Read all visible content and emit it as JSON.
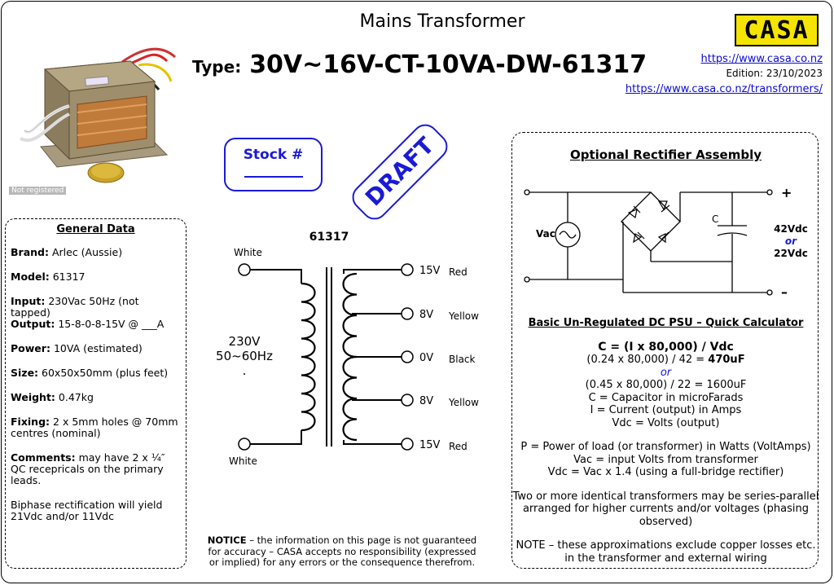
{
  "header": {
    "title": "Mains Transformer",
    "type_label": "Type:",
    "type_value": "30V~16V-CT-10VA-DW-61317",
    "logo_text": "CASA",
    "link_home": "https://www.casa.co.nz",
    "edition": "Edition: 23/10/2023",
    "link_transformers": "https://www.casa.co.nz/transformers/"
  },
  "photo": {
    "badge": "Not registered"
  },
  "stock": {
    "label": "Stock #"
  },
  "draft": {
    "label": "DRAFT"
  },
  "general": {
    "title": "General Data",
    "brand_label": "Brand:",
    "brand": "Arlec (Aussie)",
    "model_label": "Model:",
    "model": "61317",
    "input_label": "Input:",
    "input": "230Vac 50Hz (not tapped)",
    "output_label": "Output:",
    "output": "15-8-0-8-15V @ ___A",
    "power_label": "Power:",
    "power": "10VA (estimated)",
    "size_label": "Size:",
    "size": "60x50x50mm (plus feet)",
    "weight_label": "Weight:",
    "weight": "0.47kg",
    "fixing_label": "Fixing:",
    "fixing": "2 x 5mm holes @ 70mm centres (nominal)",
    "comments_label": "Comments:",
    "comments": "may have 2 x ¼″ QC recepricals on the primary leads.",
    "biphase": "Biphase rectification will yield 21Vdc and/or 11Vdc"
  },
  "diagram": {
    "model": "61317",
    "primary_top": "White",
    "primary_bottom": "White",
    "primary_voltage": "230V",
    "primary_freq": "50~60Hz",
    "primary_dot": ".",
    "taps": [
      {
        "voltage": "15V",
        "color": "Red"
      },
      {
        "voltage": "8V",
        "color": "Yellow"
      },
      {
        "voltage": "0V",
        "color": "Black"
      },
      {
        "voltage": "8V",
        "color": "Yellow"
      },
      {
        "voltage": "15V",
        "color": "Red"
      }
    ]
  },
  "notice": {
    "label": "NOTICE",
    "text": " – the information on this page is not guaranteed for accuracy – CASA accepts no responsibility (expressed or implied) for any errors or the consequence therefrom."
  },
  "rectifier": {
    "title": "Optional Rectifier Assembly",
    "vac": "Vac",
    "cap": "C",
    "plus": "+",
    "minus": "–",
    "out1": "42Vdc",
    "or": "or",
    "out2": "22Vdc"
  },
  "calculator": {
    "title": "Basic Un-Regulated DC PSU – Quick Calculator",
    "formula": "C = (I x 80,000) / Vdc",
    "ex1_prefix": "(0.24 x 80,000) / 42 = ",
    "ex1_result": "470uF",
    "or": "or",
    "ex2": "(0.45 x 80,000) / 22 = 1600uF",
    "def_c": "C = Capacitor in microFarads",
    "def_i": "I = Current (output) in Amps",
    "def_v": "Vdc = Volts (output)",
    "def_p": "P = Power of load (or transformer) in Watts (VoltAmps)",
    "def_vac": "Vac = input Volts from transformer",
    "def_vdc": "Vdc = Vac x 1.4 (using a full-bridge rectifier)",
    "series": "Two or more identical transformers may be series-parallel arranged for higher currents and/or voltages (phasing observed)",
    "note": "NOTE – these approximations exclude copper losses etc. in the transformer and external wiring"
  },
  "colors": {
    "accent_blue": "#1a1ad6",
    "logo_yellow": "#f5e400",
    "link": "#0b0bd4"
  }
}
